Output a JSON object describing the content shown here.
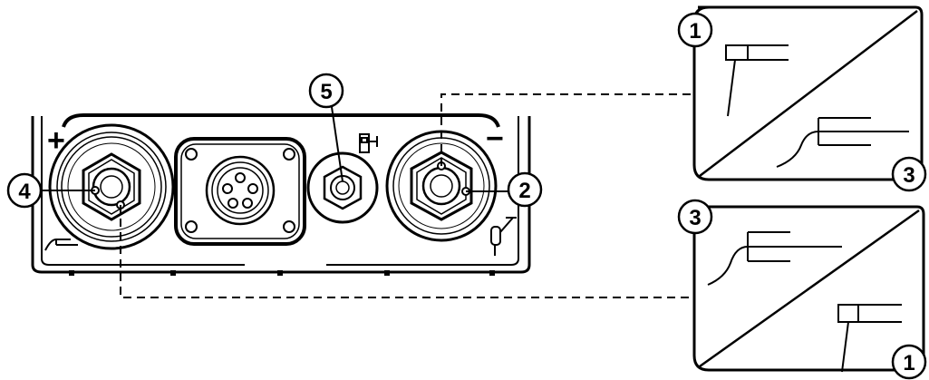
{
  "callouts": {
    "c4": "4",
    "c5": "5",
    "c2": "2",
    "inset_top_1": "1",
    "inset_top_3": "3",
    "inset_bottom_3": "3",
    "inset_bottom_1": "1"
  },
  "panel": {
    "plus_symbol": "+",
    "minus_symbol": "−"
  },
  "colors": {
    "line": "#000000",
    "background": "#ffffff",
    "panel_shade": "#f2f2f2"
  },
  "icons": [
    "ground-clamp-icon",
    "welding-torch-icon",
    "remote-control-icon"
  ]
}
